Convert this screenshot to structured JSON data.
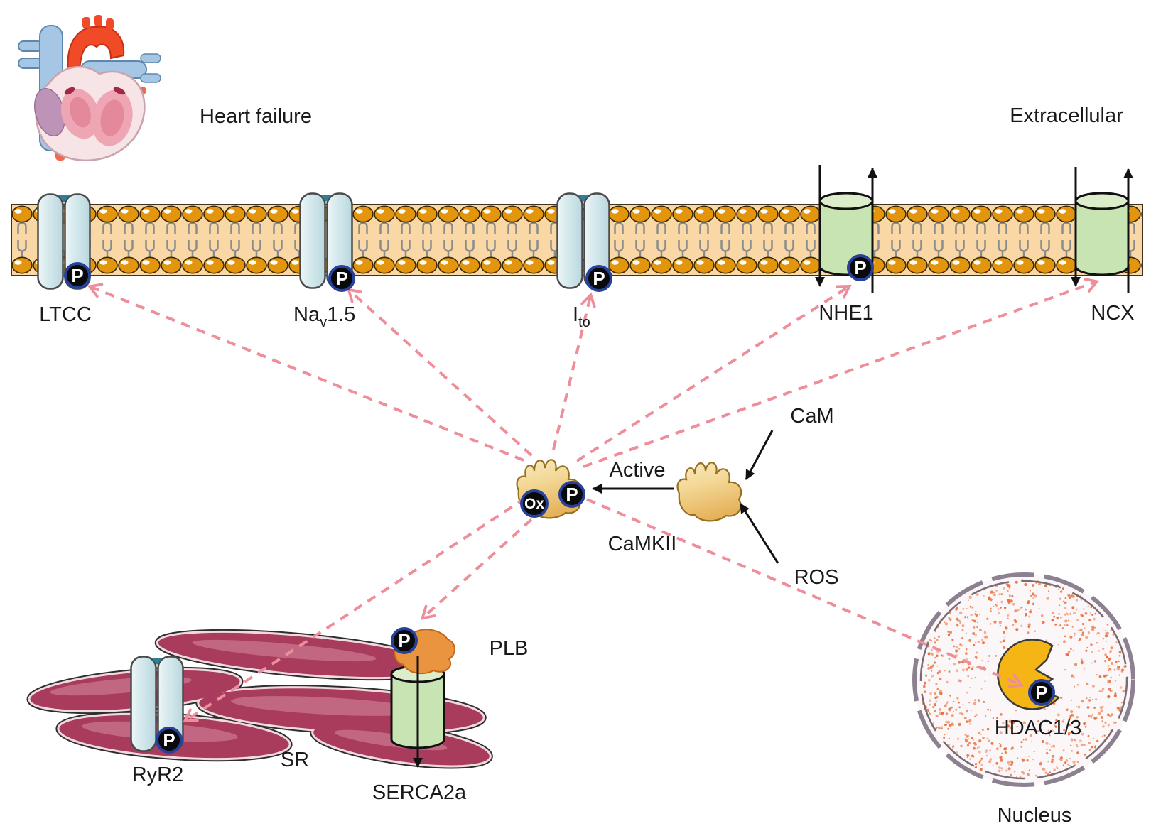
{
  "colors": {
    "arrow_pink": "#EF8E9B",
    "lipid_head_orange": "#E2950D",
    "membrane_fill": "#FAD8A6",
    "channel_blue": "#D3E8EC",
    "transporter_green": "#C9E4B3",
    "transporter_green_top": "#DBEDC9",
    "sr_maroon": "#A93C5D",
    "camkii_tan": "#F1D391",
    "plb_orange": "#EB9440",
    "hdac_yellow": "#F5B515",
    "badge_ring_blue": "#26419B",
    "nucleus_speckle": "#E9703C",
    "nucleus_envelope": "#8D8090"
  },
  "header": {
    "condition_label": "Heart failure",
    "region_label": "Extracellular"
  },
  "membrane": {
    "ltcc": {
      "label": "LTCC",
      "badge": "P"
    },
    "nav15": {
      "label_main": "Na",
      "label_sub": "v",
      "label_suffix": "1.5",
      "badge": "P"
    },
    "ito": {
      "label_main": "I",
      "label_sub": "to",
      "badge": "P"
    },
    "nhe1": {
      "label": "NHE1",
      "badge": "P"
    },
    "ncx": {
      "label": "NCX"
    }
  },
  "camkii": {
    "label": "CaMKII",
    "ox_badge": "Ox",
    "p_badge": "P",
    "active_arrow_label": "Active",
    "cam_label": "CaM",
    "ros_label": "ROS"
  },
  "sr": {
    "label": "SR",
    "ryr2": {
      "label": "RyR2",
      "badge": "P"
    },
    "serca2a": {
      "label": "SERCA2a"
    },
    "plb": {
      "label": "PLB",
      "badge": "P"
    }
  },
  "nucleus": {
    "label": "Nucleus",
    "hdac": {
      "label": "HDAC1/3",
      "badge": "P"
    }
  },
  "phosphorylation_targets": [
    "LTCC",
    "Nav1.5",
    "Ito",
    "NHE1",
    "NCX",
    "RyR2",
    "PLB",
    "HDAC1/3"
  ]
}
